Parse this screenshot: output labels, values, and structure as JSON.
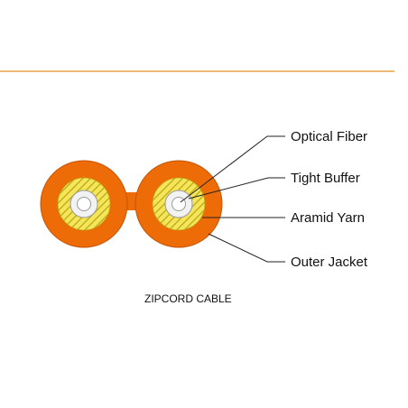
{
  "colors": {
    "rule": "#e8a24a",
    "jacket": "#ee6c08",
    "jacket_outline": "#c75400",
    "yarn": "#f4e55a",
    "yarn_hatch": "#b9a410",
    "buffer": "#f2f2f2",
    "buffer_outline": "#9a9a9a",
    "fiber": "#ffffff",
    "leader": "#222222"
  },
  "diagram": {
    "labels": {
      "optical_fiber": "Optical Fiber",
      "tight_buffer": "Tight Buffer",
      "aramid_yarn": "Aramid Yarn",
      "outer_jacket": "Outer Jacket"
    },
    "caption": "ZIPCORD CABLE"
  }
}
